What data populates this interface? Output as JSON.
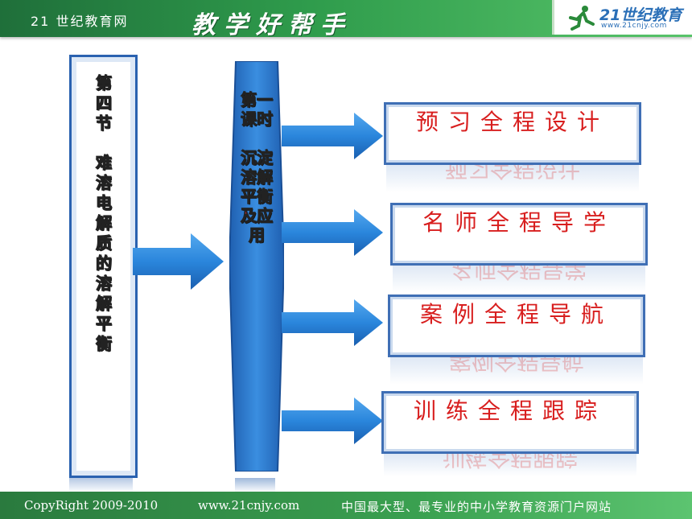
{
  "header": {
    "site_name": "21 世纪教育网",
    "slogan": "教学好帮手",
    "logo_brand": "21世纪教育",
    "logo_url": "www.21cnjy.com"
  },
  "footer": {
    "copyright": "CopyRight 2009-2010",
    "website": "www.21cnjy.com",
    "tagline": "中国最大型、最专业的中小学教育资源门户网站"
  },
  "diagram": {
    "section_title_part1": "第四节",
    "section_title_part2": "难溶电解质的溶解平衡",
    "lesson_title_part1": "第一课时",
    "lesson_title_part2": "沉淀溶解平衡及应用",
    "items": [
      {
        "label": "预习全程设计"
      },
      {
        "label": "名师全程导学"
      },
      {
        "label": "案例全程导航"
      },
      {
        "label": "训练全程跟踪"
      }
    ],
    "colors": {
      "accent_blue": "#2a62b0",
      "text_red": "#e1252c",
      "header_green": "#2f9c4c"
    }
  }
}
